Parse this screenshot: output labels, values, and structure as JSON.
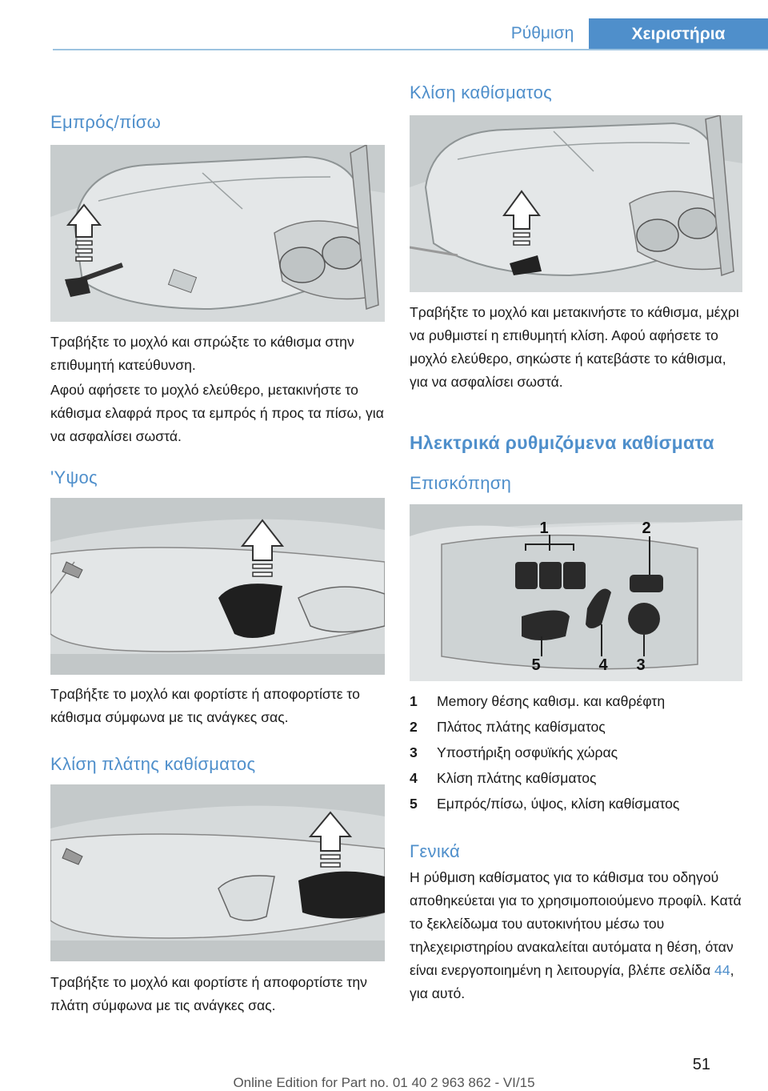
{
  "header": {
    "tab_section": "Ρύθμιση",
    "tab_active": "Χειριστήρια"
  },
  "left": {
    "s1_title": "Εμπρός/πίσω",
    "s1_p1": "Τραβήξτε το μοχλό και σπρώξτε το κάθισμα στην επιθυμητή κατεύθυνση.",
    "s1_p2": "Αφού αφήσετε το μοχλό ελεύθερο, μετακινή­στε το κάθισμα ελαφρά προς τα εμπρός ή προς τα πίσω, για να ασφαλίσει σωστά.",
    "s2_title": "'Υψος",
    "s2_p1": "Τραβήξτε το μοχλό και φορτίστε ή αποφορτί­στε το κάθισμα σύμφωνα με τις ανάγκες σας.",
    "s3_title": "Κλίση πλάτης καθίσματος",
    "s3_p1": "Τραβήξτε το μοχλό και φορτίστε ή αποφορτί­στε την πλάτη σύμφωνα με τις ανάγκες σας."
  },
  "right": {
    "s1_title": "Κλίση καθίσματος",
    "s1_p1": "Τραβήξτε το μοχλό και μετακινήστε το κάθι­σμα, μέχρι να ρυθμιστεί η επιθυμητή κλίση. Αφού αφήσετε το μοχλό ελεύθερο, σηκώστε ή κατεβάστε το κάθισμα, για να ασφαλίσει σω­στά.",
    "h1_title": "Ηλεκτρικά ρυθμιζόμενα καθίσματα",
    "s2_title": "Επισκόπηση",
    "callouts": [
      "1",
      "2",
      "5",
      "4",
      "3"
    ],
    "legend": [
      {
        "num": "1",
        "text": "Memory θέσης καθισμ. και καθρέφτη"
      },
      {
        "num": "2",
        "text": "Πλάτος πλάτης καθίσματος"
      },
      {
        "num": "3",
        "text": "Υποστήριξη οσφυϊκής χώρας"
      },
      {
        "num": "4",
        "text": "Κλίση πλάτης καθίσματος"
      },
      {
        "num": "5",
        "text": "Εμπρός/πίσω, ύψος, κλίση καθίσματος"
      }
    ],
    "s3_title": "Γενικά",
    "s3_p1": "Η ρύθμιση καθίσματος για το κάθισμα του οδηγού αποθηκεύεται για το χρησιμοποιού­μενο προφίλ. Κατά το ξεκλείδωμα του αυτοκι­νήτου μέσω του τηλεχειριστηρίου ανακαλείται αυτόματα η θέση, όταν είναι ενεργοποιημένη η λειτουργία, βλέπε σελίδα ",
    "s3_link": "44",
    "s3_p1_end": ", για αυτό."
  },
  "page_number": "51",
  "footer": "Online Edition for Part no. 01 40 2 963 862 - VI/15",
  "colors": {
    "accent": "#4f8fcb",
    "figure_bg": "#d4d9da"
  }
}
